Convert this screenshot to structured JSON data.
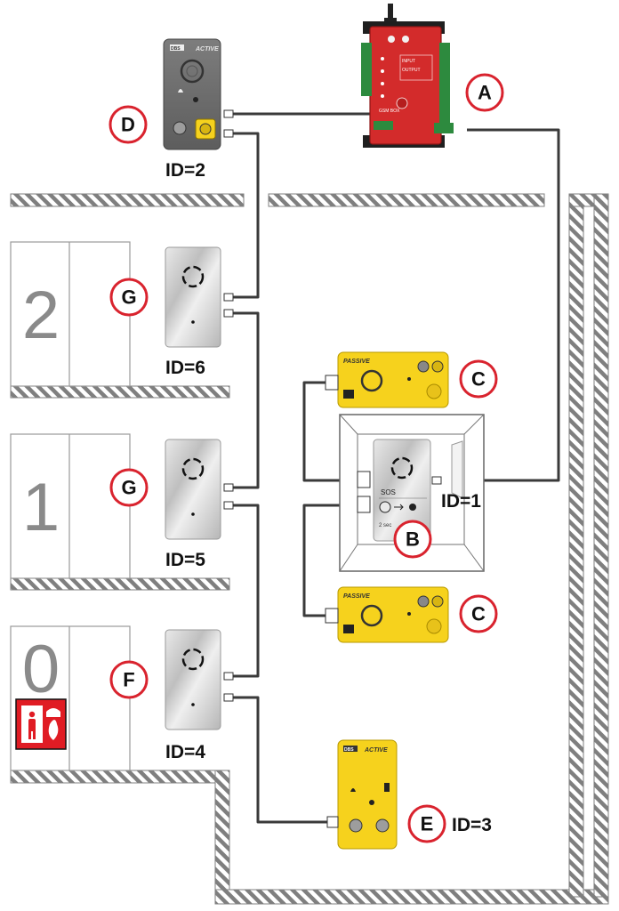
{
  "markers": {
    "A": "A",
    "B": "B",
    "C1": "C",
    "C2": "C",
    "D": "D",
    "E": "E",
    "F": "F",
    "G1": "G",
    "G2": "G"
  },
  "id_labels": {
    "d": "ID=2",
    "g_top": "ID=6",
    "g_mid": "ID=5",
    "f": "ID=4",
    "b": "ID=1",
    "e": "ID=3"
  },
  "floors": {
    "top": "2",
    "middle": "1",
    "ground": "0"
  },
  "devices": {
    "active_brand": "ACTIVE",
    "passive_brand": "PASSIVE",
    "dbs_logo": "DBS",
    "sos_label": "SOS",
    "sos_hint": "2 sec"
  },
  "controller_text": {
    "title": "A",
    "module": "GSM BOX",
    "input": "INPUT",
    "output": "OUTPUT"
  },
  "colors": {
    "marker_ring": "#d9232e",
    "controller_red": "#d32b2b",
    "device_yellow": "#f6d21d",
    "panel_silver": "#c9c9c9",
    "hatch": "#7f7f7f",
    "fire_sign": "#e01c24"
  }
}
